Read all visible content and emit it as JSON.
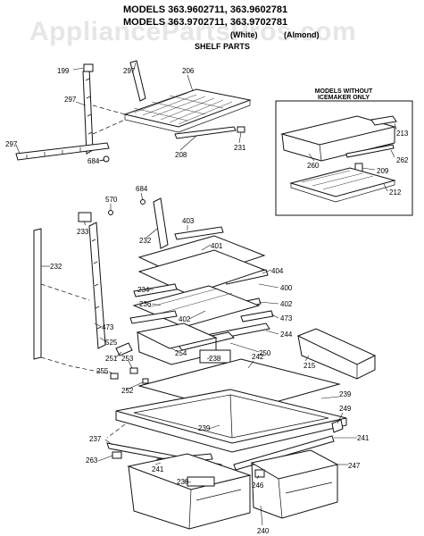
{
  "watermark": "AppliancePartsPros.com",
  "header": {
    "line1": "MODELS 363.9602711, 363.9602781",
    "line2": "MODELS 363.9702711, 363.9702781",
    "line3a": "(White)",
    "line3b": "(Almond)",
    "line4": "SHELF PARTS"
  },
  "inset": {
    "title_line1": "MODELS WITHOUT",
    "title_line2": "ICEMAKER ONLY"
  },
  "callouts": [
    "199",
    "297",
    "206",
    "297",
    "297",
    "684",
    "208",
    "231",
    "213",
    "262",
    "209",
    "260",
    "212",
    "570",
    "684",
    "233",
    "232",
    "403",
    "401",
    "232",
    "404",
    "234",
    "400",
    "402",
    "236",
    "402",
    "473",
    "473",
    "244",
    "525",
    "251",
    "254",
    "238",
    "250",
    "215",
    "255",
    "253",
    "252",
    "242",
    "239",
    "249",
    "241",
    "237",
    "239",
    "263",
    "241",
    "247",
    "238",
    "246",
    "240"
  ]
}
